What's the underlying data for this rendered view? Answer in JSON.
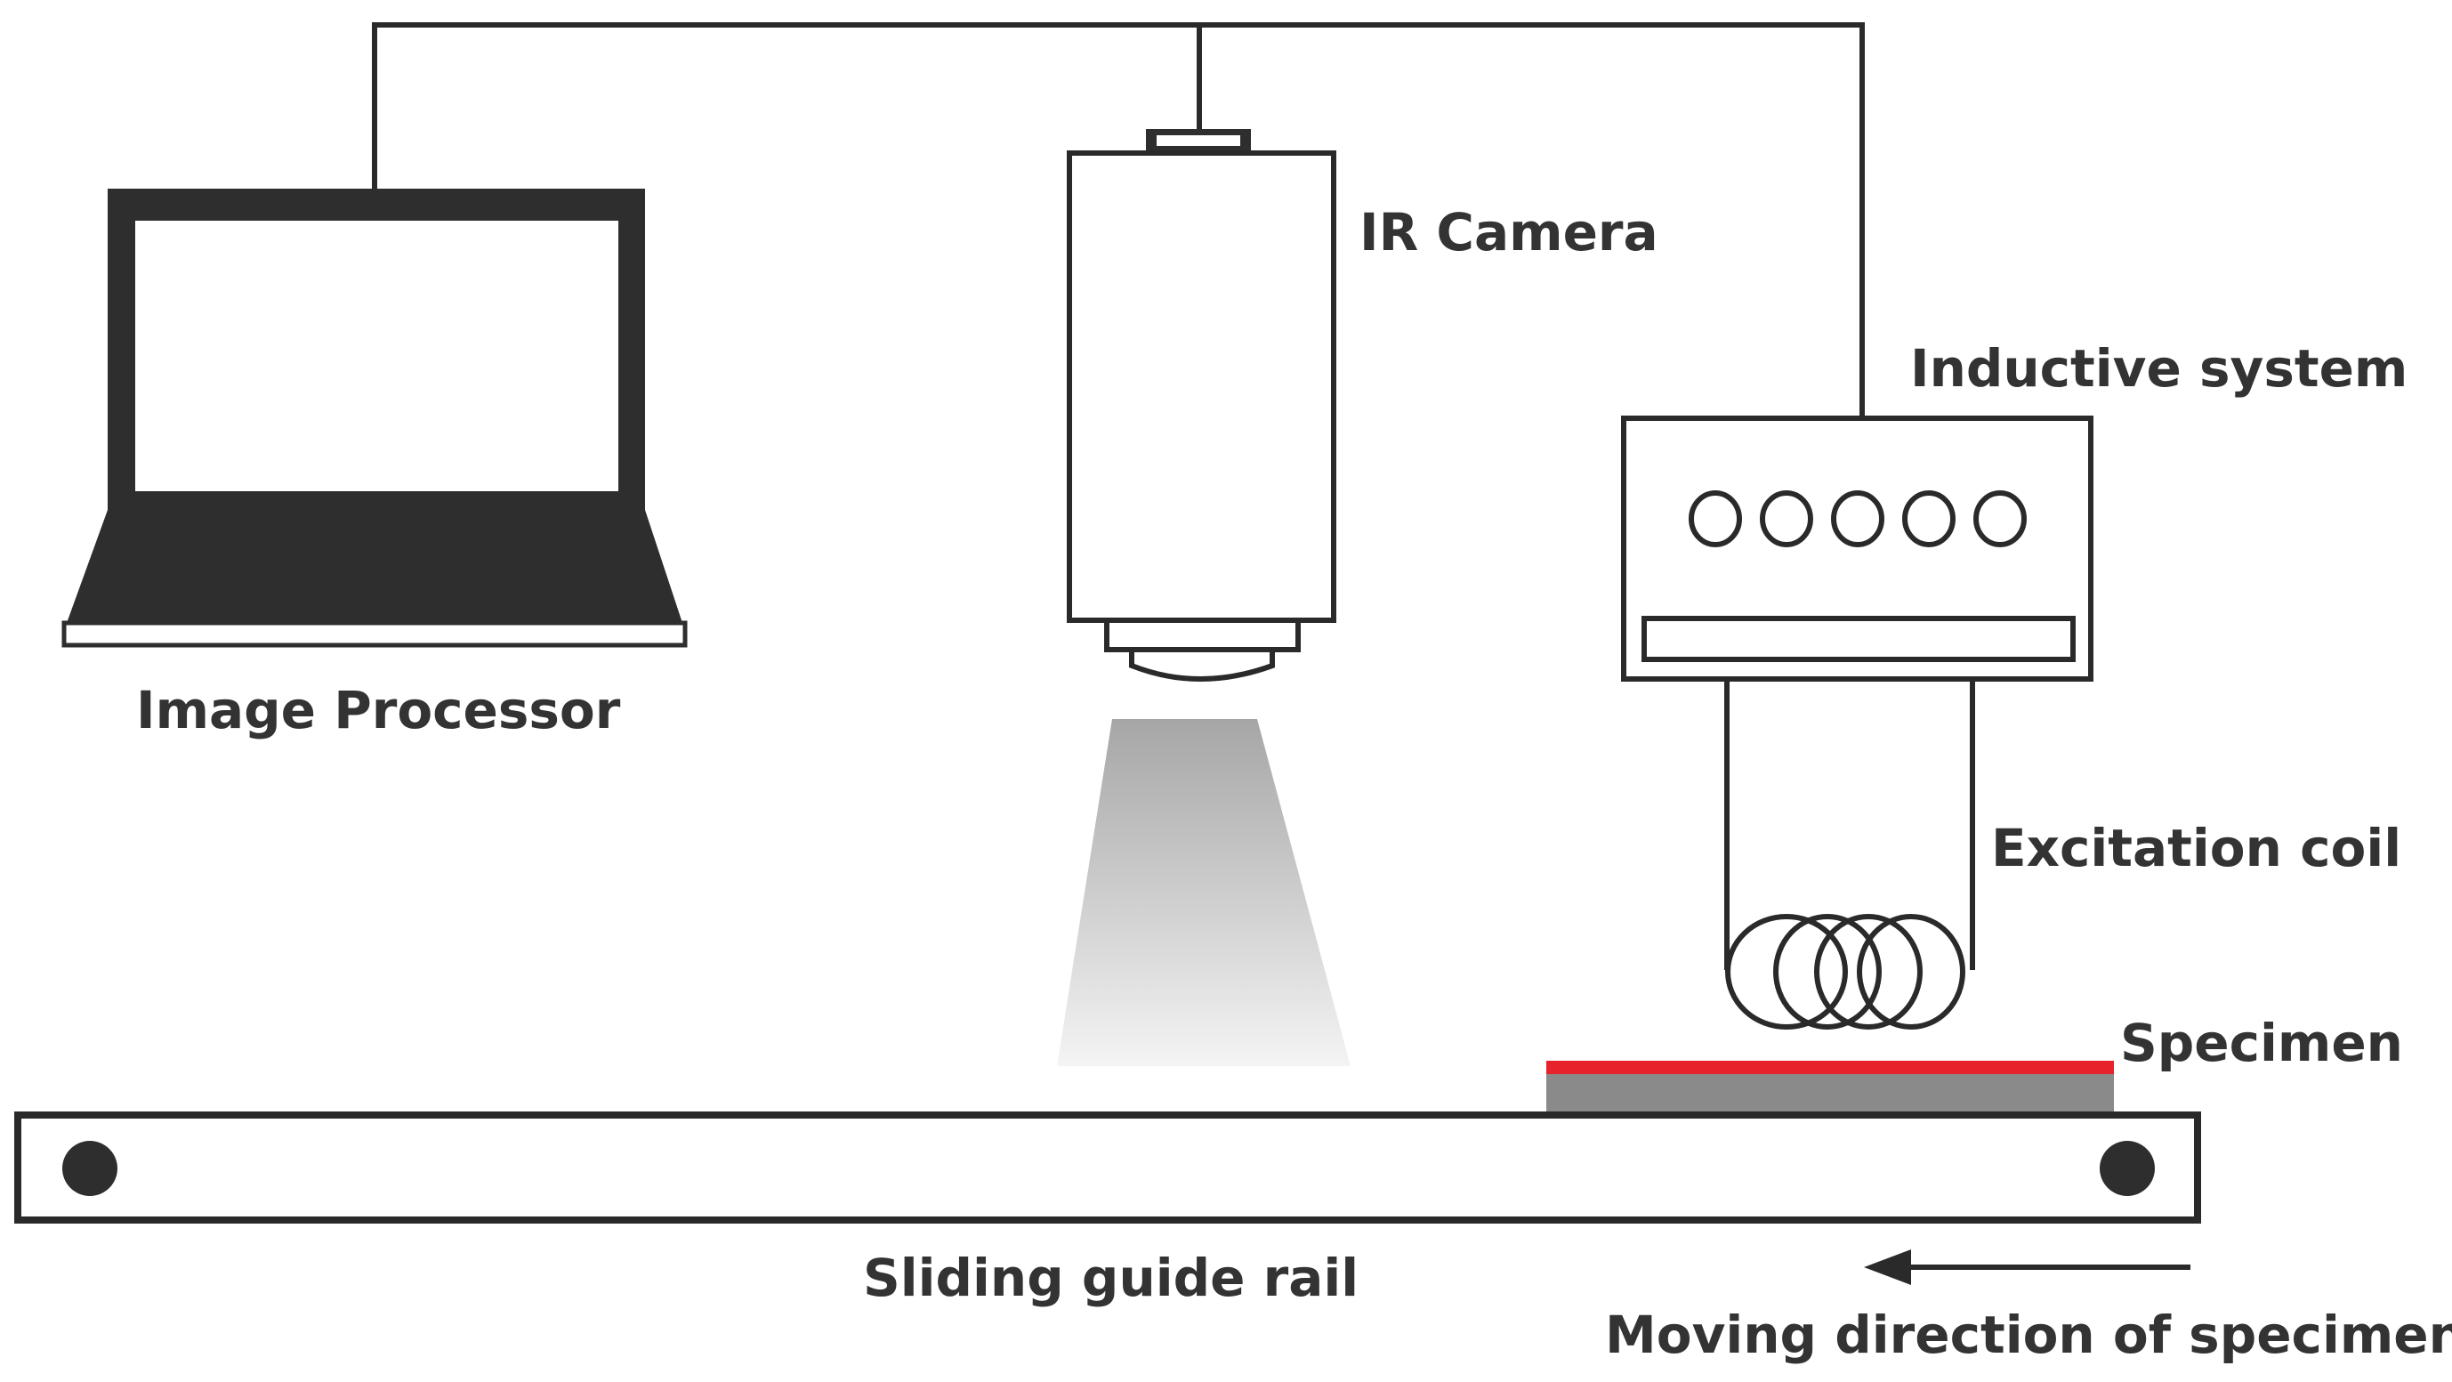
{
  "labels": {
    "image_processor": "Image Processor",
    "ir_camera": "IR Camera",
    "inductive_system": "Inductive system",
    "excitation_coil": "Excitation coil",
    "specimen": "Specimen",
    "sliding_guide_rail": "Sliding guide rail",
    "moving_direction": "Moving direction of specimen"
  },
  "inductive_system": {
    "knob_count": 5
  },
  "colors": {
    "stroke": "#2a2a2a",
    "text": "#333333",
    "specimen_surface": "#e8222a",
    "specimen_body": "#8a8a8a",
    "ir_beam_top": "#a6a6a6",
    "ir_beam_bottom": "#f2f2f2"
  }
}
